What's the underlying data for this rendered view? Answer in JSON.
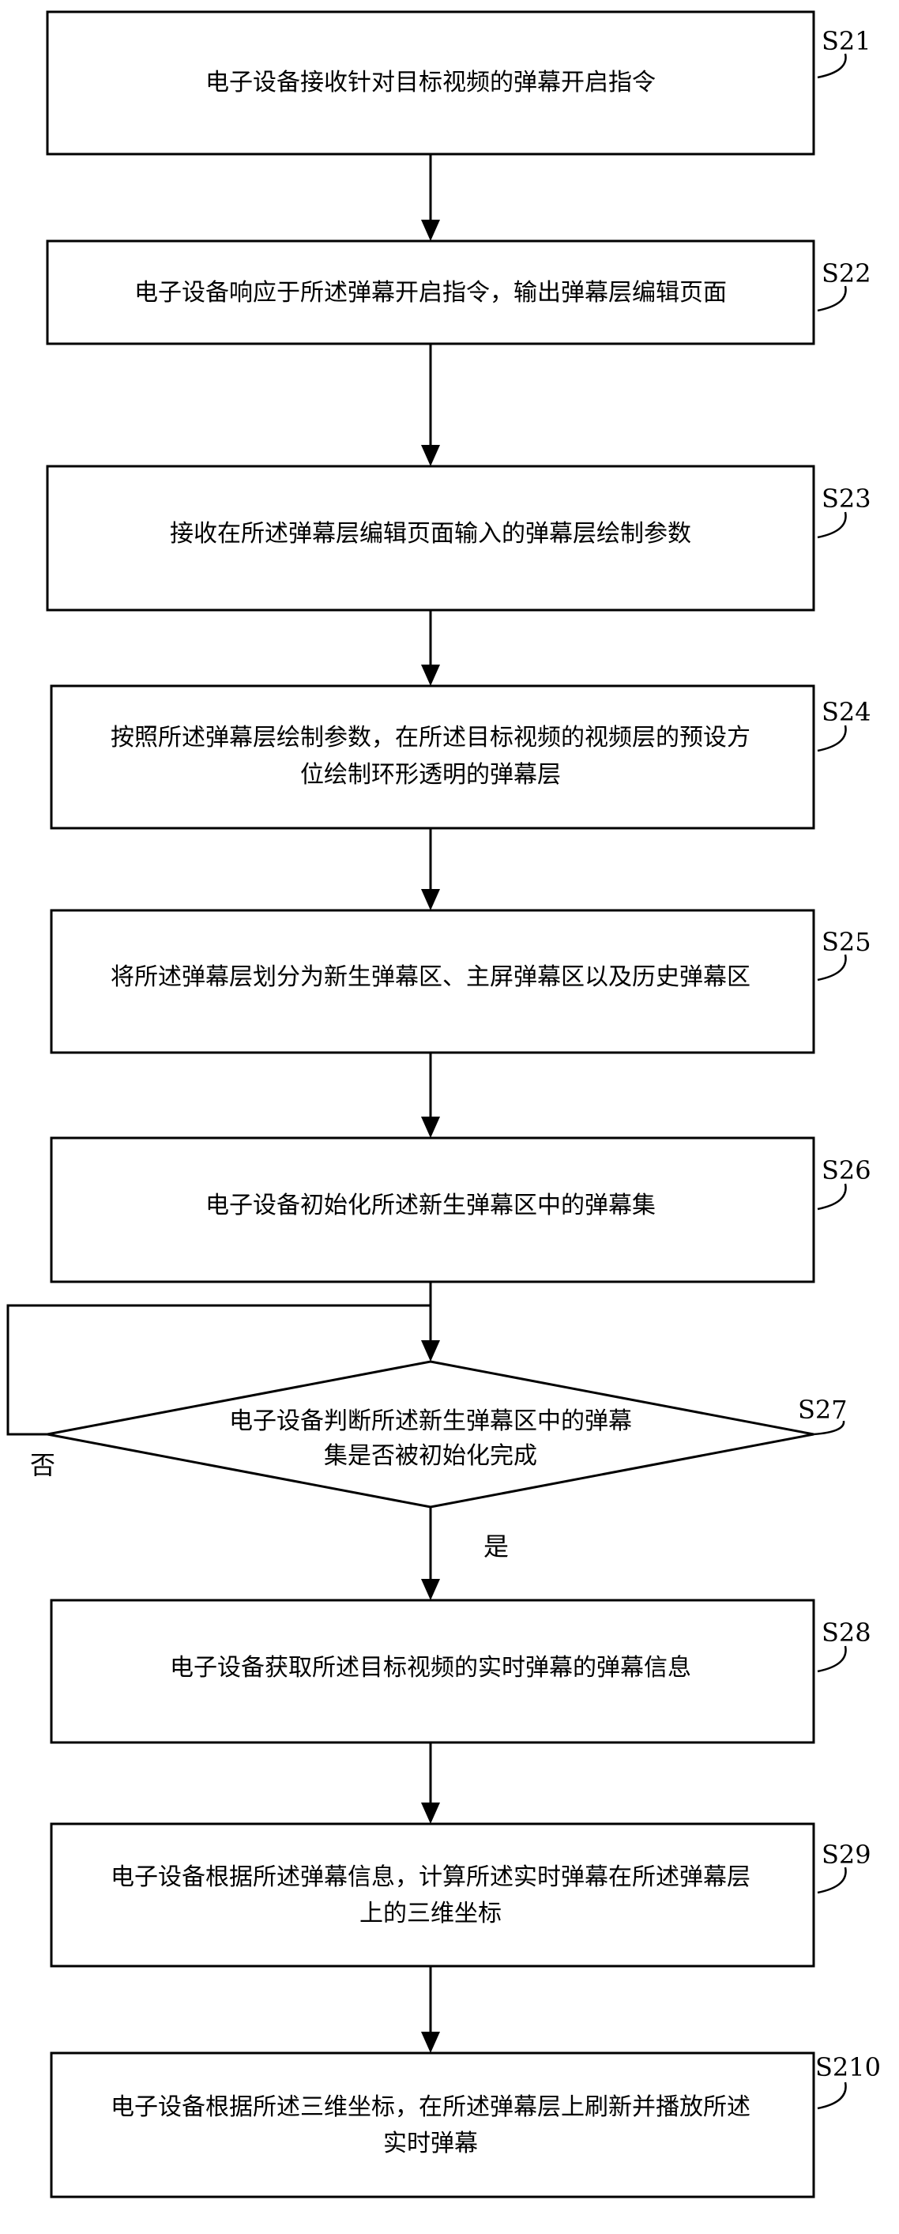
{
  "steps": [
    {
      "id": "S21",
      "lines": [
        "电子设备接收针对目标视频的弹幕开启指令"
      ]
    },
    {
      "id": "S22",
      "lines": [
        "电子设备响应于所述弹幕开启指令，输出弹幕层编辑页面"
      ]
    },
    {
      "id": "S23",
      "lines": [
        "接收在所述弹幕层编辑页面输入的弹幕层绘制参数"
      ]
    },
    {
      "id": "S24",
      "lines": [
        "按照所述弹幕层绘制参数，在所述目标视频的视频层的预设方",
        "位绘制环形透明的弹幕层"
      ]
    },
    {
      "id": "S25",
      "lines": [
        "将所述弹幕层划分为新生弹幕区、主屏弹幕区以及历史弹幕区"
      ]
    },
    {
      "id": "S26",
      "lines": [
        "电子设备初始化所述新生弹幕区中的弹幕集"
      ]
    },
    {
      "id": "S27",
      "lines": [
        "电子设备判断所述新生弹幕区中的弹幕",
        "集是否被初始化完成"
      ]
    },
    {
      "id": "S28",
      "lines": [
        "电子设备获取所述目标视频的实时弹幕的弹幕信息"
      ]
    },
    {
      "id": "S29",
      "lines": [
        "电子设备根据所述弹幕信息，计算所述实时弹幕在所述弹幕层",
        "上的三维坐标"
      ]
    },
    {
      "id": "S210",
      "lines": [
        "电子设备根据所述三维坐标，在所述弹幕层上刷新并播放所述",
        "实时弹幕"
      ]
    }
  ],
  "branches": {
    "no": "否",
    "yes": "是"
  }
}
